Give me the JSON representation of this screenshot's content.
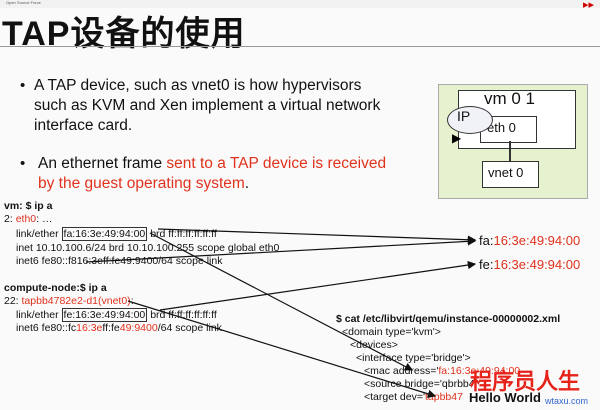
{
  "header": {
    "brand": "Open Source Force",
    "title": "TAP设备的使用"
  },
  "bullets": [
    {
      "line1": "A TAP device, such as vnet0 is how hypervisors",
      "line2": "such as KVM and Xen implement a virtual network",
      "line3": "interface card."
    },
    {
      "plain1": "An ethernet frame ",
      "red1": "sent to a TAP device is received",
      "red2": "by the guest operating system",
      "end": "."
    }
  ],
  "diagram": {
    "vm": "vm 0 1",
    "ip": "IP",
    "eth": "eth 0",
    "vnet": "vnet 0"
  },
  "vm_section": {
    "heading": "vm: $ ip a",
    "l2_prefix": "2: ",
    "l2_iface": "eth0",
    "l2_rest": ": …",
    "ether_pre": "link/ether ",
    "ether_mac": "fa:16:3e:49:94:00",
    "ether_post": " brd ff:ff:ff:ff:ff:ff",
    "inet": "inet 10.10.100.6/24 brd 10.10.100.255 scope global eth0",
    "inet6": "inet6 fe80::f816:3eff:fe49:9400/64 scope link"
  },
  "mac_labels": {
    "fa_prefix": "fa:",
    "fa_rest": "16:3e:49:94:00",
    "fe_prefix": "fe:",
    "fe_rest": "16:3e:49:94:00"
  },
  "compute_section": {
    "heading": "compute-node:$ ip a",
    "l22_prefix": "22: ",
    "l22_iface": "tapbb4782e2-d1(vnet0)",
    "l22_rest": ":",
    "ether_pre": "link/ether ",
    "ether_mac": "fe:16:3e:49:94:00",
    "ether_post": " brd ff:ff:ff:ff:ff:ff",
    "inet6_pre": "inet6 fe80::fc",
    "inet6_red1": "16:3e",
    "inet6_mid": "ff:fe",
    "inet6_red2": "49:9400",
    "inet6_post": "/64 scope link"
  },
  "xml_section": {
    "cmd": "$ cat /etc/libvirt/qemu/instance-00000002.xml",
    "domain": "<domain type='kvm'>",
    "devices": "<devices>",
    "iface": "<interface type='bridge'>",
    "mac_pre": "<mac address='",
    "mac_val": "fa:16:3e:49:94:00",
    "source_pre": "<source bridge='qbrbb4",
    "target_pre": "<target dev='",
    "target_val": "tapbb47"
  },
  "watermark": {
    "cn": "程序员人生",
    "en": "Hello World",
    "site": "wtaxu.com"
  }
}
